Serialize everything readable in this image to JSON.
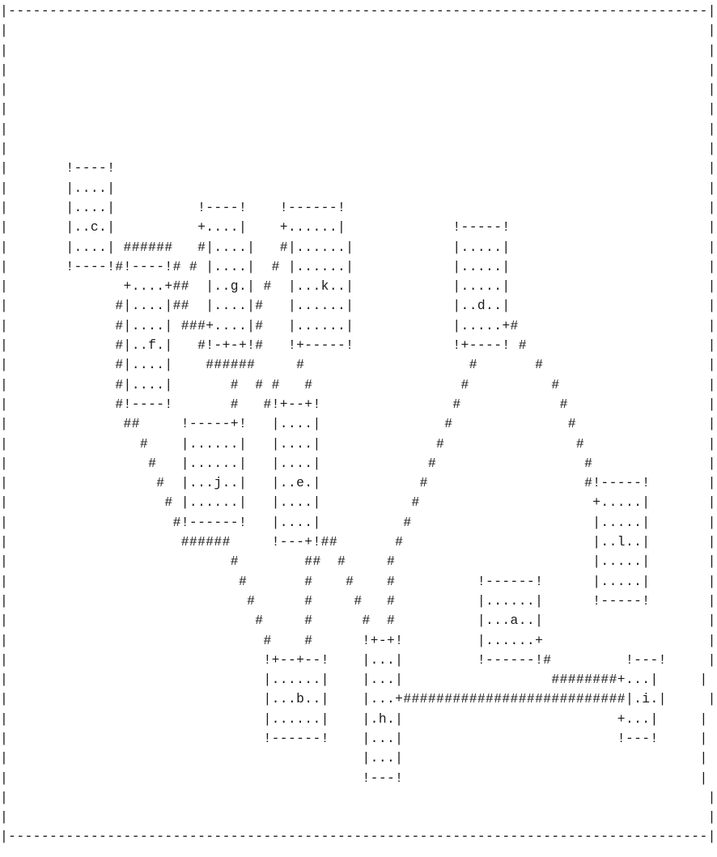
{
  "map": {
    "rows": [
      "|-------------------------------------------------------------------------------------|",
      "|                                                                                     |",
      "|                                                                                     |",
      "|                                                                                     |",
      "|                                                                                     |",
      "|                                                                                     |",
      "|                                                                                     |",
      "|                                                                                     |",
      "|       !----!                                                                        |",
      "|       |....|                                                                        |",
      "|       |....|          !----!    !------!                                            |",
      "|       |..c.|          +....|    +......|             !-----!                        |",
      "|       |....| ######   #|....|   #|......|            |.....|                        |",
      "|       !----!#!----!# # |....|  # |......|            |.....|                        |",
      "|              +....+##  |..g.| #  |...k..|            |.....|                        |",
      "|             #|....|##  |....|#   |......|            |..d..|                        |",
      "|             #|....| ###+....|#   |......|            |.....+#                       |",
      "|             #|..f.|   #!-+-+!#   !+-----!            !+----! #                      |",
      "|             #|....|    ######     #                    #       #                    |",
      "|             #|....|       #  # #   #                  #          #                  |",
      "|             #!----!       #   #!+--+!                #            #                 |",
      "|              ##     !-----+!   |....|               #              #                |",
      "|                #    |......|   |....|              #                #               |",
      "|                 #   |......|   |....|             #                  #              |",
      "|                  #  |...j..|   |..e.|            #                   #!-----!       |",
      "|                   # |......|   |....|           #                     +.....|       |",
      "|                    #!------!   |....|          #                      |.....|       |",
      "|                     ######     !---+!##       #                       |..l..|       |",
      "|                           #        ##  #     #                        |.....|       |",
      "|                            #       #    #    #          !------!      |.....|       |",
      "|                             #      #     #   #          |......|      !-----!       |",
      "|                              #     #      #  #          |...a..|                    |",
      "|                               #    #      !+-+!         |......+                    |",
      "|                               !+--+--!    |...|         !------!#         !---!     |",
      "|                               |......|    |...|                  ########+...|     |",
      "|                               |...b..|    |...+###########################|.i.|     |",
      "|                               |......|    |.h.|                          +...|     |",
      "|                               !------!    |...|                          !---!     |",
      "|                                           |...|                                    |",
      "|                                           !---!                                    |",
      "|                                                                                     |",
      "|                                                                                     |",
      "|-------------------------------------------------------------------------------------|"
    ]
  }
}
